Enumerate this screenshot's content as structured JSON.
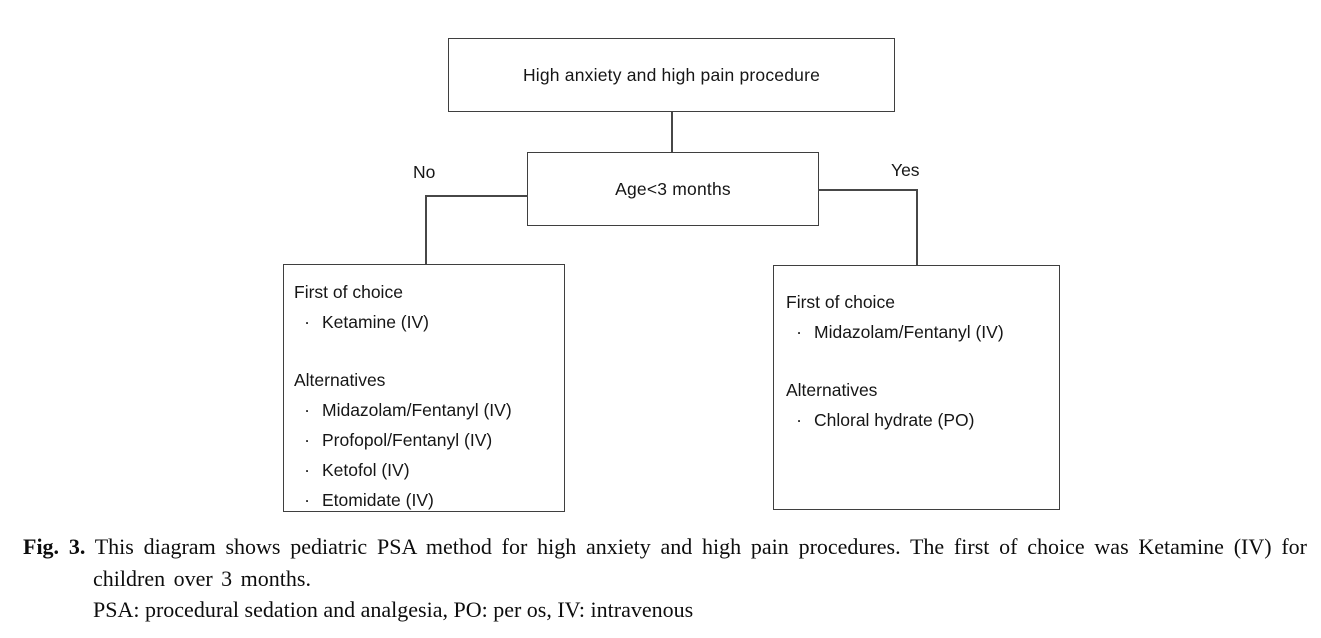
{
  "figure": {
    "flowchart": {
      "bullet": "·",
      "root": {
        "label": "High anxiety and high pain procedure"
      },
      "decision": {
        "label": "Age<3 months"
      },
      "branches": {
        "no": "No",
        "yes": "Yes"
      },
      "outcome_no": {
        "first_choice_heading": "First of choice",
        "first_choice_items": [
          "Ketamine (IV)"
        ],
        "alternatives_heading": "Alternatives",
        "alternatives_items": [
          "Midazolam/Fentanyl (IV)",
          "Profopol/Fentanyl (IV)",
          "Ketofol (IV)",
          "Etomidate (IV)"
        ]
      },
      "outcome_yes": {
        "first_choice_heading": "First of choice",
        "first_choice_items": [
          "Midazolam/Fentanyl (IV)"
        ],
        "alternatives_heading": "Alternatives",
        "alternatives_items": [
          "Chloral hydrate (PO)"
        ]
      }
    },
    "caption": {
      "label": "Fig. 3.",
      "body": "This diagram shows pediatric PSA method for high anxiety and high pain procedures. The first of choice was Ketamine (IV) for children over 3 months.",
      "abbreviations": "PSA: procedural sedation and analgesia, PO: per os, IV: intravenous"
    },
    "colors": {
      "border": "#3f3f3f",
      "line": "#474747",
      "text": "#161616",
      "background": "#ffffff"
    }
  }
}
